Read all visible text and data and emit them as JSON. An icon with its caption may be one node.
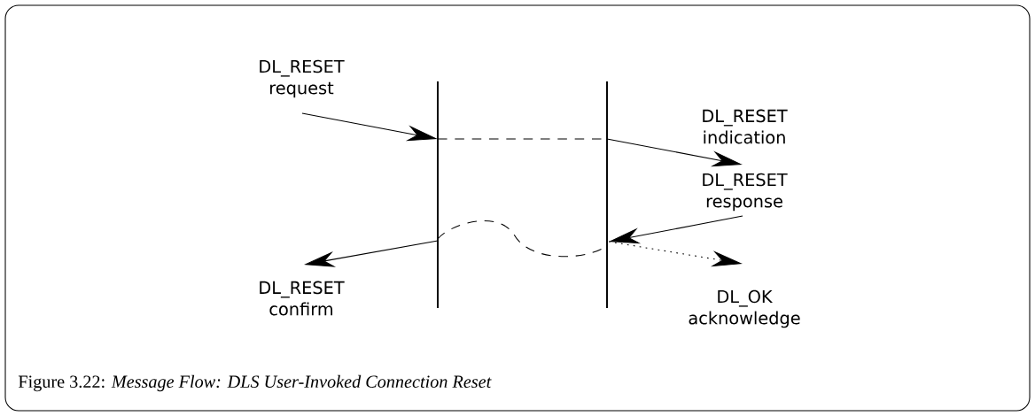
{
  "diagram": {
    "caption": "Figure 3.22: *Message Flow: DLS User-Invoked Connection Reset*",
    "nodes": [
      {
        "text": [
          "DL_RESET request"
        ]
      },
      {
        "text": [
          "DL_RESET indication"
        ]
      },
      {
        "text": [
          "DL_RESET response"
        ]
      },
      {
        "text": [
          "DL_RESET confirm"
        ]
      },
      {
        "text": [
          "DL_OK acknowledge"
        ]
      },
      {
        "text": [],
        "shape": "bar"
      },
      {
        "text": [],
        "shape": "bar"
      }
    ],
    "edges": [
      {
        "from": 0,
        "to": 5,
        "arrow": "to"
      },
      {
        "from": 5,
        "to": 6,
        "arrow": "none",
        "style": "dashed"
      },
      {
        "from": 6,
        "to": 1,
        "arrow": "to"
      },
      {
        "from": 2,
        "to": 6,
        "arrow": "to"
      },
      {
        "from": 5,
        "to": 6,
        "arrow": "none",
        "style": "dashed"
      },
      {
        "from": 6,
        "to": 4,
        "arrow": "to",
        "style": "dashed"
      },
      {
        "from": 5,
        "to": 3,
        "arrow": "to"
      }
    ]
  }
}
